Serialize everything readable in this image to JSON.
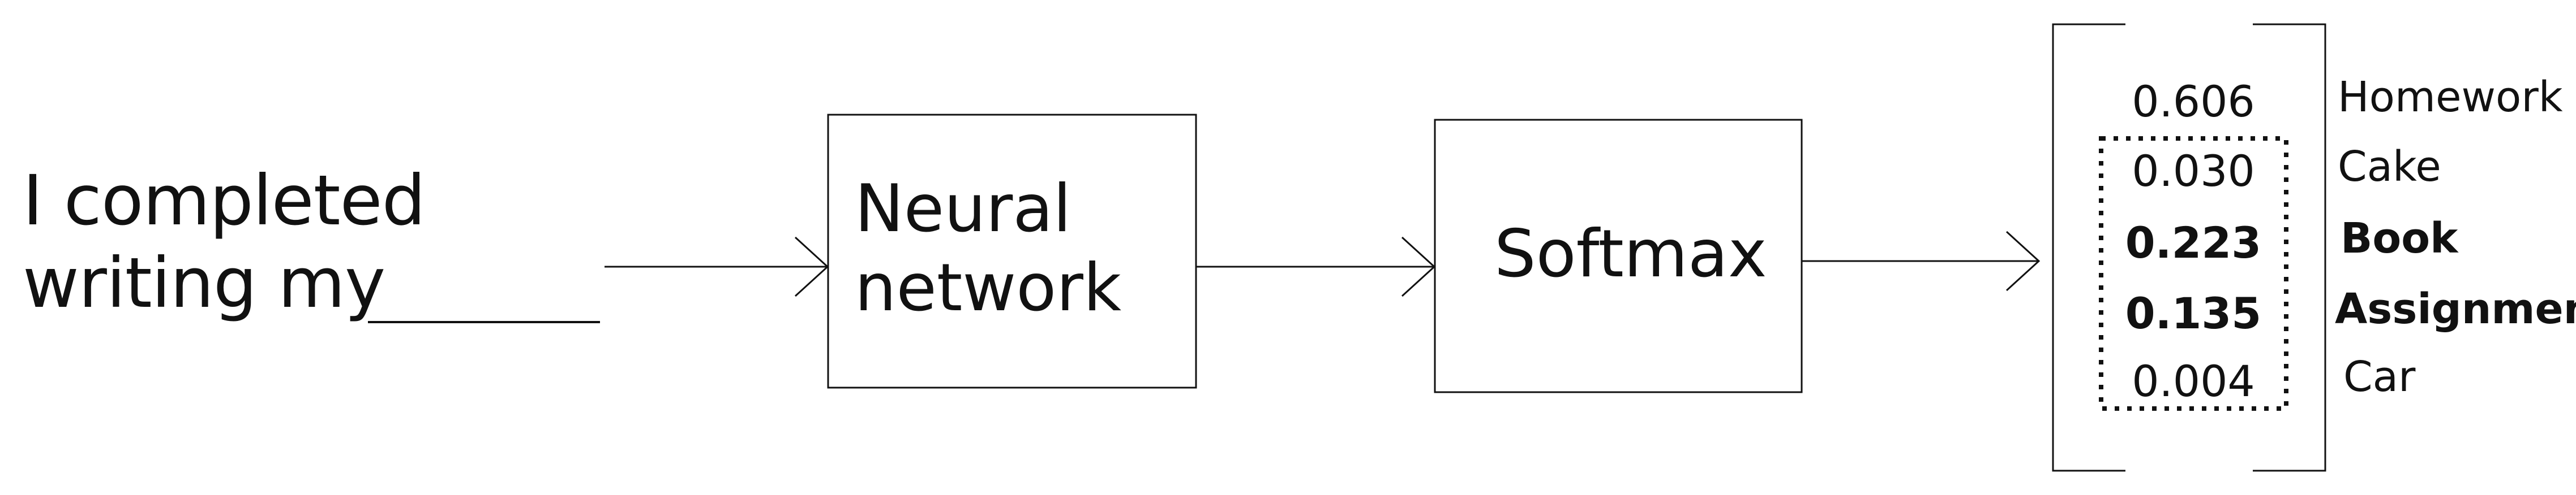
{
  "input": {
    "line1": "I completed",
    "line2": "writing my"
  },
  "neural_network": {
    "line1": "Neural",
    "line2": "network"
  },
  "softmax": {
    "label": "Softmax"
  },
  "output": {
    "rows": [
      {
        "value": "0.606",
        "word": "Homework",
        "bold": false
      },
      {
        "value": "0.030",
        "word": "Cake",
        "bold": false
      },
      {
        "value": "0.223",
        "word": "Book",
        "bold": true
      },
      {
        "value": "0.135",
        "word": "Assignment",
        "bold": true
      },
      {
        "value": "0.004",
        "word": "Car",
        "bold": false
      }
    ]
  }
}
